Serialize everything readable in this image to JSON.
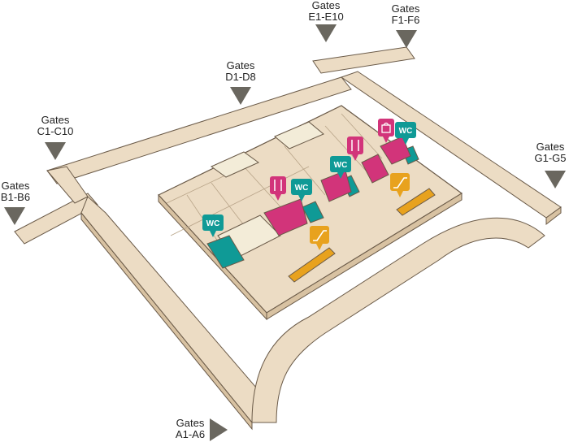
{
  "map": {
    "colors": {
      "floor": "#ecdcc4",
      "floor_dark": "#d8c2a2",
      "outline": "#6a5a48",
      "building": "#f3ecd8",
      "restaurant": "#d2347a",
      "restroom": "#0f9a96",
      "escalator": "#e8a21e",
      "gate_marker": "#6a675f"
    },
    "gates": [
      {
        "id": "A",
        "word": "Gates",
        "range": "A1-A6"
      },
      {
        "id": "B",
        "word": "Gates",
        "range": "B1-B6"
      },
      {
        "id": "C",
        "word": "Gates",
        "range": "C1-C10"
      },
      {
        "id": "D",
        "word": "Gates",
        "range": "D1-D8"
      },
      {
        "id": "E",
        "word": "Gates",
        "range": "E1-E10"
      },
      {
        "id": "F",
        "word": "Gates",
        "range": "F1-F6"
      },
      {
        "id": "G",
        "word": "Gates",
        "range": "G1-G5"
      }
    ],
    "restroom_label": "WC",
    "icons": [
      {
        "type": "restroom",
        "name": "restroom-icon"
      },
      {
        "type": "restaurant",
        "name": "restaurant-icon"
      },
      {
        "type": "escalator",
        "name": "escalator-icon"
      },
      {
        "type": "shopping",
        "name": "shopping-bag-icon"
      }
    ]
  }
}
